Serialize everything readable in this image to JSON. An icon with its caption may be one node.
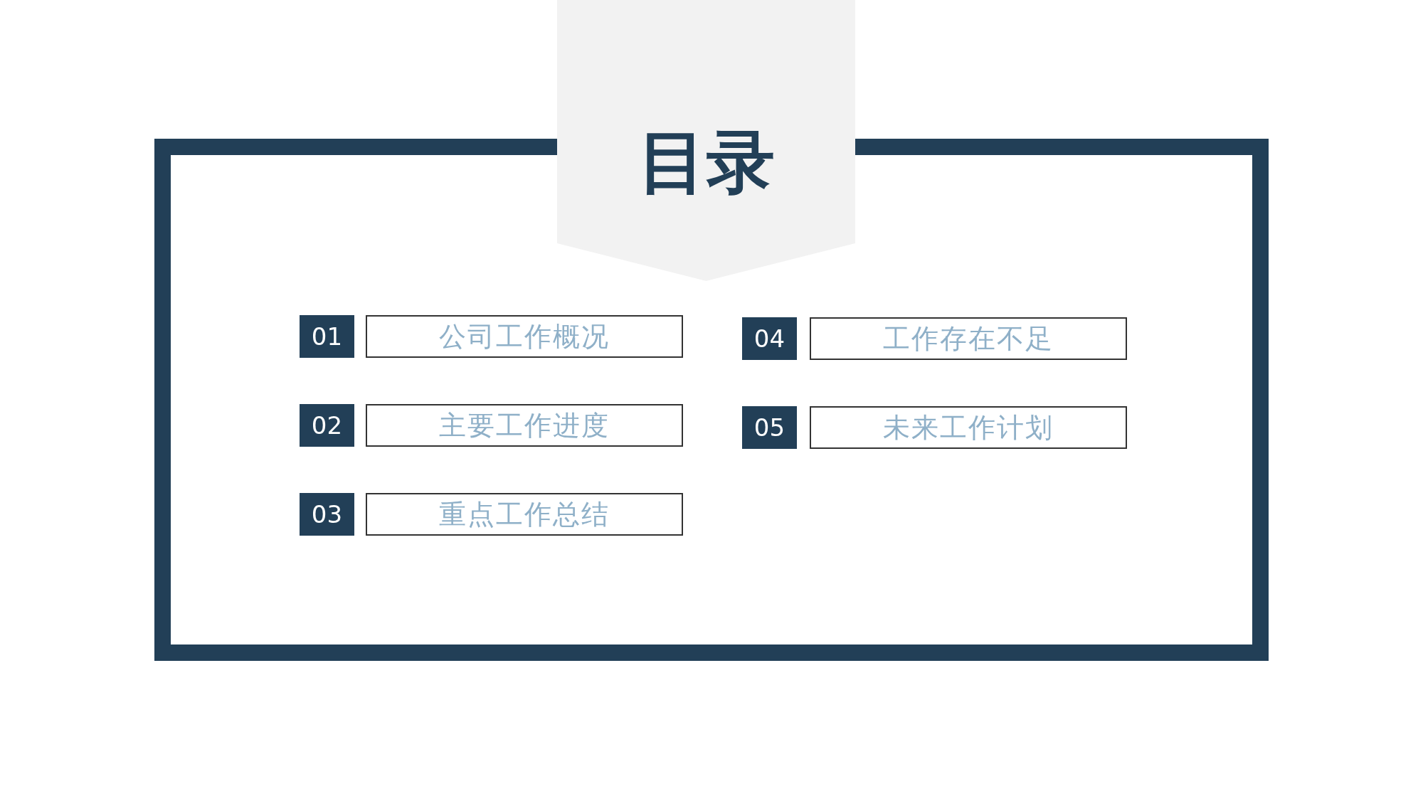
{
  "diagram": {
    "title": "目录",
    "nodes": [
      {
        "text": [
          "01"
        ]
      },
      {
        "text": [
          "公司工作概况"
        ]
      },
      {
        "text": [
          "04"
        ]
      },
      {
        "text": [
          "工作存在不足"
        ]
      },
      {
        "text": [
          "02"
        ]
      },
      {
        "text": [
          "主要工作进度"
        ]
      },
      {
        "text": [
          "05"
        ]
      },
      {
        "text": [
          "未来工作计划"
        ]
      },
      {
        "text": [
          "03"
        ]
      },
      {
        "text": [
          "重点工作总结"
        ]
      }
    ],
    "edges": []
  }
}
